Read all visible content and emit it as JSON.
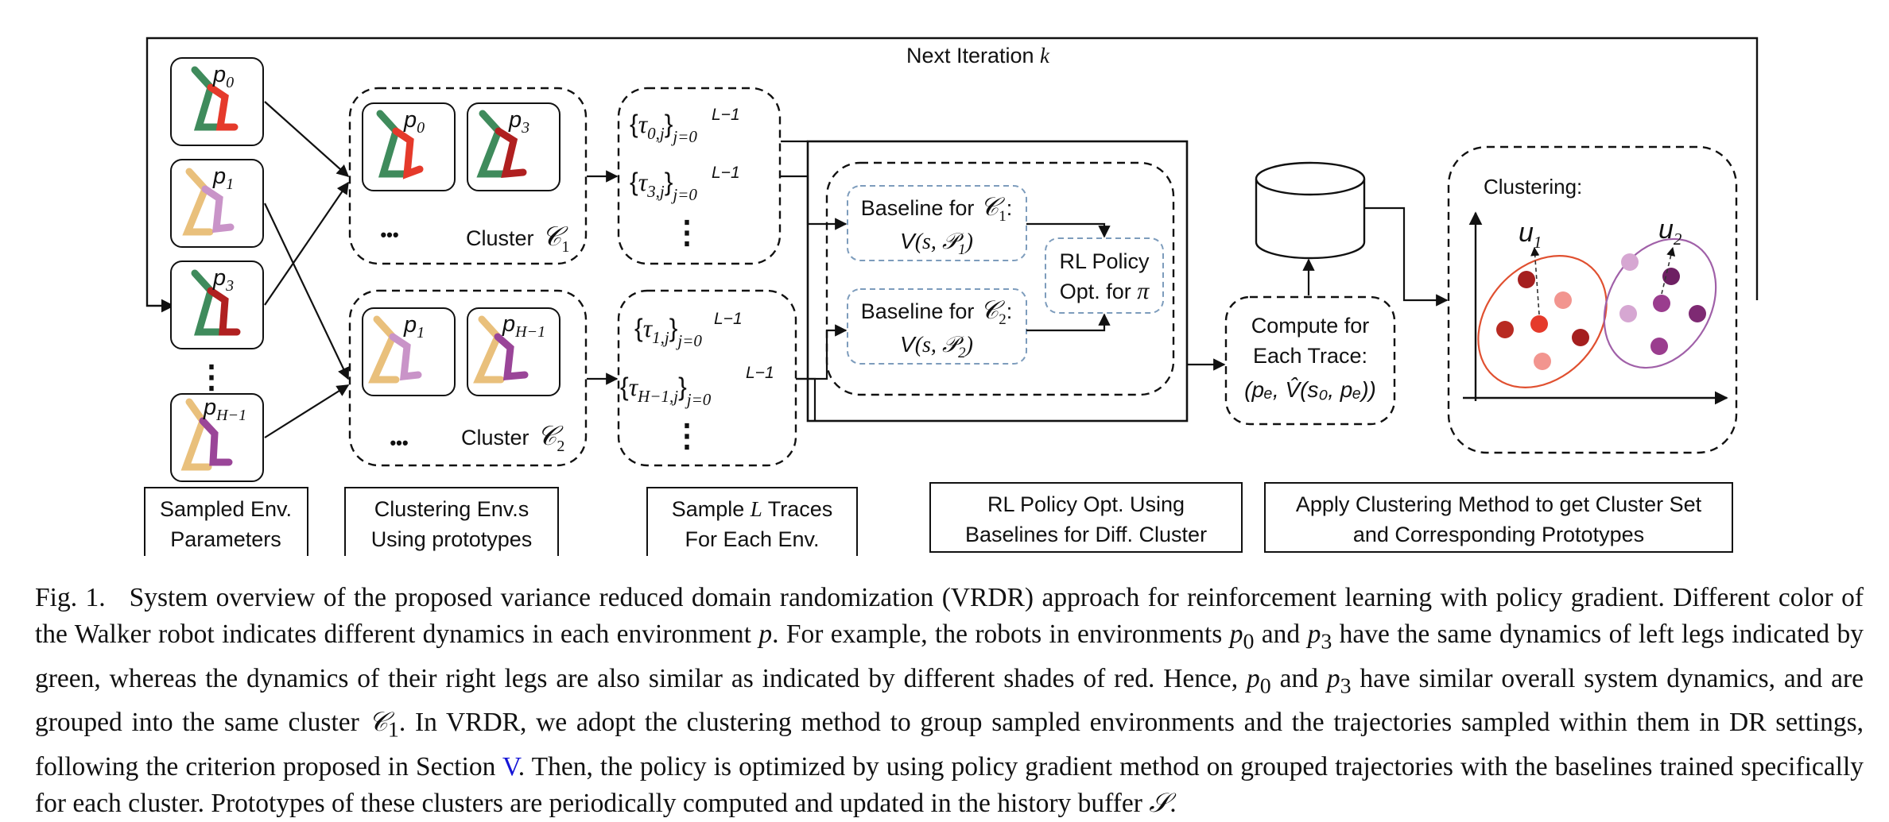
{
  "loop": {
    "label_text": "Next Iteration ",
    "label_var": "k"
  },
  "environments": [
    {
      "base": "p",
      "sub": "0"
    },
    {
      "base": "p",
      "sub": "1"
    },
    {
      "base": "p",
      "sub": "3"
    },
    {
      "base": "p",
      "sub": "H−1"
    }
  ],
  "ellipsis_vertical": "⋮",
  "cluster1": {
    "label": "Cluster",
    "name": "𝒞",
    "name_sub": "1",
    "items": [
      {
        "base": "p",
        "sub": "0"
      },
      {
        "base": "p",
        "sub": "3"
      }
    ],
    "more": "•••"
  },
  "cluster2": {
    "label": "Cluster",
    "name": "𝒞",
    "name_sub": "2",
    "items": [
      {
        "base": "p",
        "sub": "1"
      },
      {
        "base": "p",
        "sub": "H−1"
      }
    ],
    "more": "•••"
  },
  "traces1": [
    {
      "tau_sub": "0,j",
      "index": "j=0",
      "upper": "L−1"
    },
    {
      "tau_sub": "3,j",
      "index": "j=0",
      "upper": "L−1"
    }
  ],
  "traces2": [
    {
      "tau_sub": "1,j",
      "index": "j=0",
      "upper": "L−1"
    },
    {
      "tau_sub": "H−1,j",
      "index": "j=0",
      "upper": "L−1"
    }
  ],
  "tau": "τ",
  "baseline1": {
    "title": "Baseline for ",
    "cluster": "𝒞",
    "cluster_sub": "1",
    "colon": ":",
    "value_fn": "V",
    "value_args": "(s, ",
    "value_set": "𝒫",
    "value_set_sub": "1",
    "close": ")"
  },
  "baseline2": {
    "title": "Baseline for ",
    "cluster": "𝒞",
    "cluster_sub": "2",
    "colon": ":",
    "value_fn": "V",
    "value_args": "(s, ",
    "value_set": "𝒫",
    "value_set_sub": "2",
    "close": ")"
  },
  "rl_policy": {
    "line1": "RL Policy",
    "line2": "Opt. for ",
    "var": "π"
  },
  "compute": {
    "line1": "Compute for",
    "line2": "Each Trace:",
    "formula": "(pₑ, V̂(s₀, pₑ))"
  },
  "clustering_panel": {
    "title": "Clustering:",
    "u1": "u",
    "u1_sub": "1",
    "u2": "u",
    "u2_sub": "2"
  },
  "colors": {
    "green": "#3f8b5c",
    "red": "#e53a2b",
    "dark_red": "#b02020",
    "tan": "#e9c07c",
    "light_purple": "#c994c8",
    "purple": "#9a4598",
    "ellipse_red": "#e05030",
    "ellipse_purple": "#a060a8",
    "dot_dark_red": "#a51f1f",
    "dot_red": "#e53a2b",
    "dot_pink": "#f2958f",
    "dot_dark_purple": "#6e2063",
    "dot_purple": "#9a3d8e",
    "dot_light_purple": "#d6a7d2",
    "dashed_blue": "#7d9cbc"
  },
  "labels": {
    "sampled": [
      "Sampled Env.",
      "Parameters"
    ],
    "clustering": [
      "Clustering Env.s",
      "Using prototypes"
    ],
    "sample_traces": [
      "Sample ",
      "L",
      " Traces",
      "For Each Env."
    ],
    "rl_opt": [
      "RL Policy Opt. Using",
      "Baselines for Diff. Cluster"
    ],
    "apply": [
      "Apply Clustering Method to get Cluster Set",
      "and Corresponding Prototypes"
    ]
  },
  "caption": {
    "fig": "Fig. 1.",
    "text1": "System overview of the proposed variance reduced domain randomization (VRDR) approach for reinforcement learning with policy gradient. Different color of the Walker robot indicates different dynamics in each environment ",
    "p": "p",
    "text2": ". For example, the robots in environments ",
    "p0": "p",
    "p0_sub": "0",
    "and": " and ",
    "p3": "p",
    "p3_sub": "3",
    "text3": " have the same dynamics of left legs indicated by green, whereas the dynamics of their right legs are also similar as indicated by different shades of red. Hence, ",
    "text4": " have similar overall system dynamics, and are grouped into the same cluster ",
    "c1": "𝒞",
    "c1_sub": "1",
    "text5": ". In VRDR, we adopt the clustering method to group sampled environments and the trajectories sampled within them in DR settings, following the criterion proposed in Section ",
    "section_ref": "V",
    "text6": ". Then, the policy is optimized by using policy gradient method on grouped trajectories with the baselines trained specifically for each cluster. Prototypes of these clusters are periodically computed and updated in the history buffer ",
    "buffer": "𝒮",
    "end": "."
  }
}
